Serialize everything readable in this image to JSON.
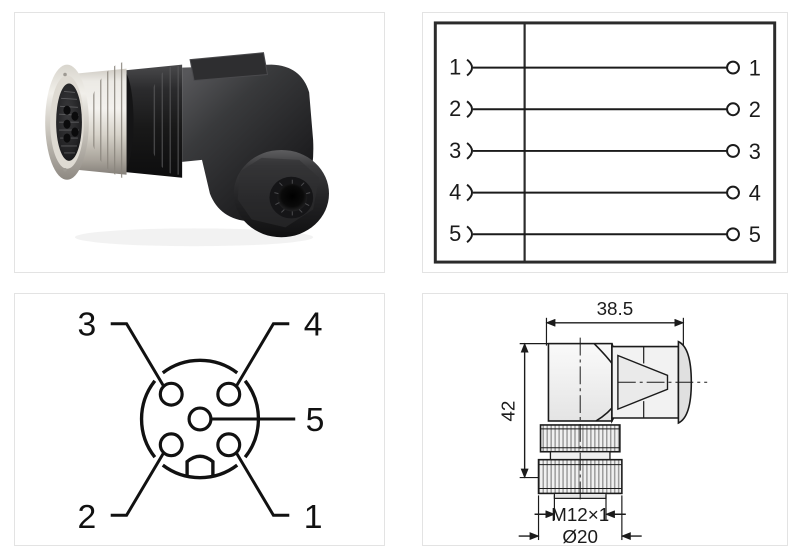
{
  "page": {
    "title": "M12 5-pin angled female connector datasheet figures",
    "background_color": "#ffffff",
    "panel_border_color": "#e3e3e3"
  },
  "panels": [
    {
      "id": "photo",
      "name": "product-photo",
      "caption": ""
    },
    {
      "id": "schematic",
      "name": "wiring-schematic",
      "caption": ""
    },
    {
      "id": "pinout",
      "name": "pin-layout-diagram",
      "caption": ""
    },
    {
      "id": "dimensions",
      "name": "dimensional-drawing",
      "caption": ""
    }
  ],
  "photo": {
    "description": "M12 right-angle female connector with nickel knurled coupling nut and black plastic body",
    "colors": {
      "metal_light": "#e8e6e1",
      "metal_mid": "#b8b4ac",
      "metal_dark": "#8d8880",
      "plastic_light": "#5a5a58",
      "plastic_mid": "#38383a",
      "plastic_dark": "#1a1a1c",
      "socket_face": "#2a2a2c"
    }
  },
  "schematic": {
    "type": "wiring",
    "border_color": "#2b2b2b",
    "line_color": "#2b2b2b",
    "divider_present": true,
    "rows": [
      {
        "left_label": "1",
        "right_label": "1",
        "left_symbol": "socket-arc",
        "right_symbol": "open-circle"
      },
      {
        "left_label": "2",
        "right_label": "2",
        "left_symbol": "socket-arc",
        "right_symbol": "open-circle"
      },
      {
        "left_label": "3",
        "right_label": "3",
        "left_symbol": "socket-arc",
        "right_symbol": "open-circle"
      },
      {
        "left_label": "4",
        "right_label": "4",
        "left_symbol": "socket-arc",
        "right_symbol": "open-circle"
      },
      {
        "left_label": "5",
        "right_label": "5",
        "left_symbol": "socket-arc",
        "right_symbol": "open-circle"
      }
    ]
  },
  "pinout": {
    "type": "connector-face",
    "line_color": "#111111",
    "pin_count": 5,
    "keyway": "bottom-notch",
    "pins": [
      {
        "label": "3",
        "position": "upper-left",
        "leader": "elbow-left-up"
      },
      {
        "label": "4",
        "position": "upper-right",
        "leader": "elbow-right-up"
      },
      {
        "label": "5",
        "position": "center",
        "leader": "straight-right"
      },
      {
        "label": "2",
        "position": "lower-left",
        "leader": "elbow-left-down"
      },
      {
        "label": "1",
        "position": "lower-right",
        "leader": "elbow-right-down"
      }
    ]
  },
  "dimensions": {
    "type": "technical-drawing",
    "line_color": "#1b1b1b",
    "fill_light": "#f2f2f2",
    "fill_mid": "#d9d9d9",
    "measurements": [
      {
        "id": "length",
        "label": "38.5",
        "orientation": "horizontal",
        "location": "top"
      },
      {
        "id": "height",
        "label": "42",
        "orientation": "vertical",
        "location": "left"
      },
      {
        "id": "thread",
        "label": "M12×1",
        "orientation": "horizontal",
        "location": "bottom-inner"
      },
      {
        "id": "diameter",
        "label": "Ø20",
        "orientation": "horizontal",
        "location": "bottom-outer"
      }
    ]
  }
}
